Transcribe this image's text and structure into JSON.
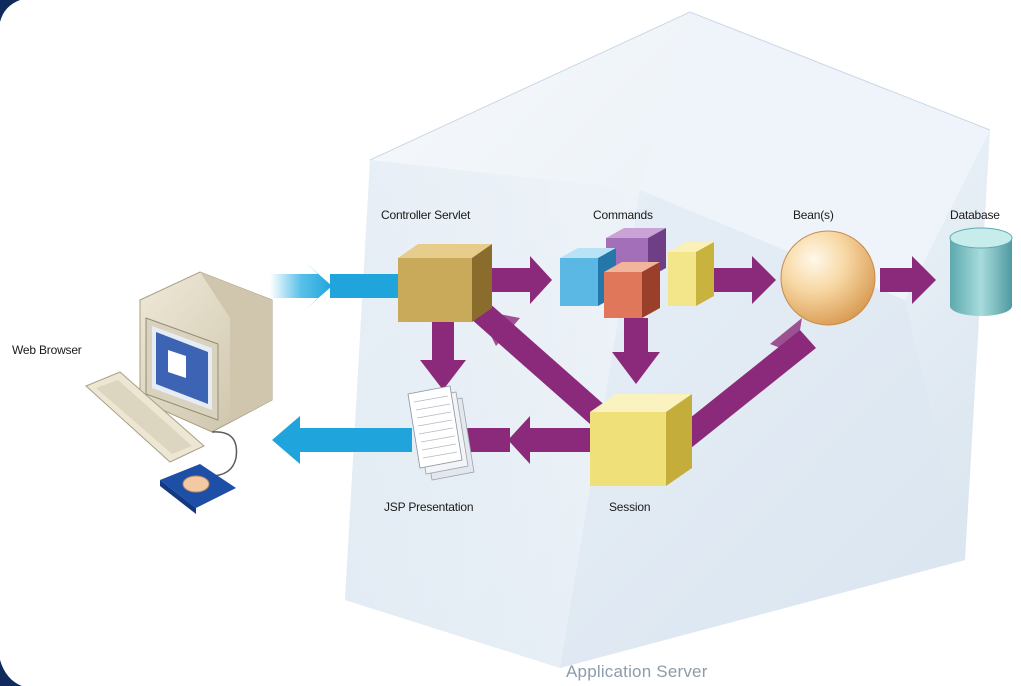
{
  "labels": {
    "web_browser": "Web Browser",
    "controller_servlet": "Controller Servlet",
    "commands": "Commands",
    "beans": "Bean(s)",
    "database": "Database",
    "jsp_presentation": "JSP Presentation",
    "session": "Session",
    "application_server": "Application Server"
  },
  "colors": {
    "corner_accent": "#0f2a5c",
    "request_arrow": "#2fb0e3",
    "flow_arrow": "#8b2a7a",
    "server_volume": "#dfe9f3",
    "controller_cube": "#c9a95a",
    "session_cube": "#f0e07a",
    "bean_sphere": "#f3c98a",
    "database": "#7cc0c4"
  }
}
